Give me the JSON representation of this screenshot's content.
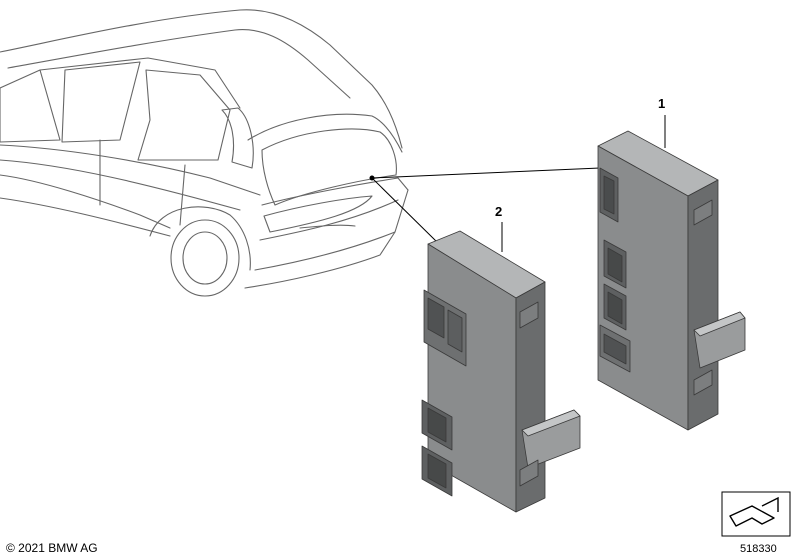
{
  "callouts": {
    "part1": "1",
    "part2": "2"
  },
  "footer": {
    "copyright": "© 2021 BMW AG",
    "diagram_number": "518330"
  },
  "icons": {
    "part_reference": "orientation-symbol-icon"
  },
  "colors": {
    "module_front": "#8a8c8d",
    "module_side": "#6a6c6d",
    "module_top": "#b4b6b7",
    "line": "#000000"
  }
}
